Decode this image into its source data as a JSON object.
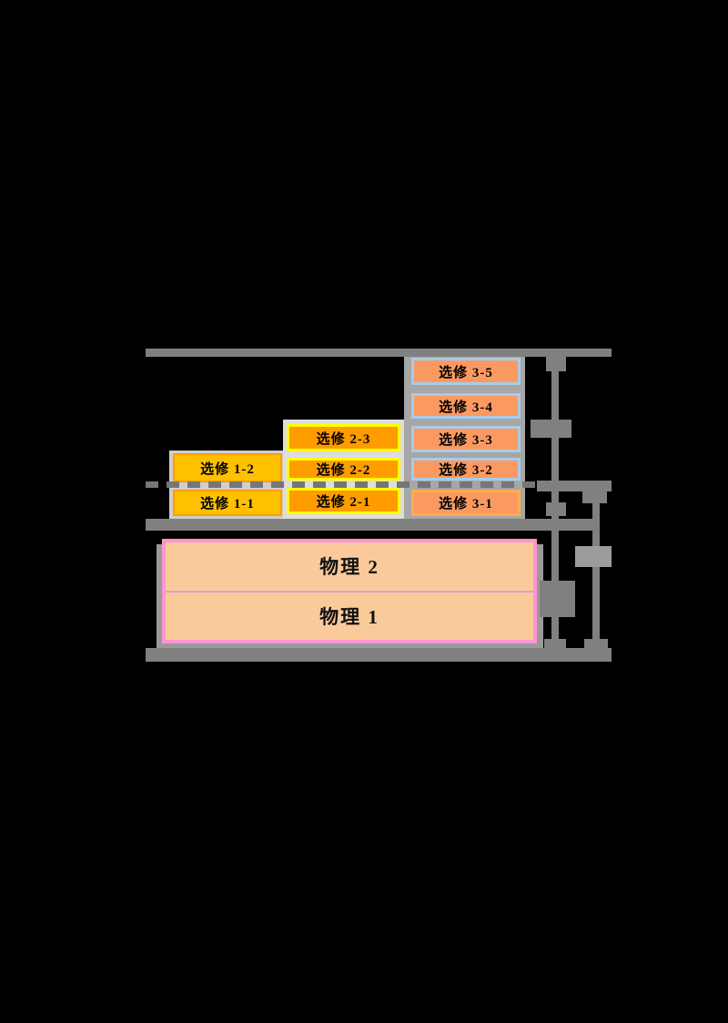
{
  "background_color": "#000000",
  "elective_series": {
    "series1": {
      "fill": "#FFC000",
      "border": "#FF9D00",
      "items": [
        {
          "label": "选修 1-2"
        },
        {
          "label": "选修 1-1"
        }
      ]
    },
    "series2": {
      "fill": "#FF9C00",
      "border": "#FFFF00",
      "items": [
        {
          "label": "选修 2-3"
        },
        {
          "label": "选修 2-2"
        },
        {
          "label": "选修 2-1"
        }
      ]
    },
    "series3": {
      "fill": "#FA9A62",
      "border": "#A9CBE8",
      "border_bottom_box": "#FFAC4F",
      "items": [
        {
          "label": "选修 3-5"
        },
        {
          "label": "选修 3-4"
        },
        {
          "label": "选修 3-3"
        },
        {
          "label": "选修 3-2"
        },
        {
          "label": "选修 3-1"
        }
      ]
    }
  },
  "compulsory": {
    "fill": "#FBCA9B",
    "border": "#FF94D2",
    "items": [
      {
        "label": "物理 2"
      },
      {
        "label": "物理 1"
      }
    ]
  },
  "structure": {
    "bar_color": "#808080",
    "dashed_line_color": "#767676",
    "column_backing_colors": [
      "#CFCFCF",
      "#DDDDDD",
      "#A6A6A6"
    ]
  },
  "annotation_blocks": [
    {
      "position": "upper-right-bracket",
      "color": "#808080",
      "text": ""
    },
    {
      "position": "middle-right-bracket",
      "color": "#9C9C9C",
      "text": ""
    },
    {
      "position": "lower-right-bracket",
      "color": "#808080",
      "text": ""
    }
  ]
}
